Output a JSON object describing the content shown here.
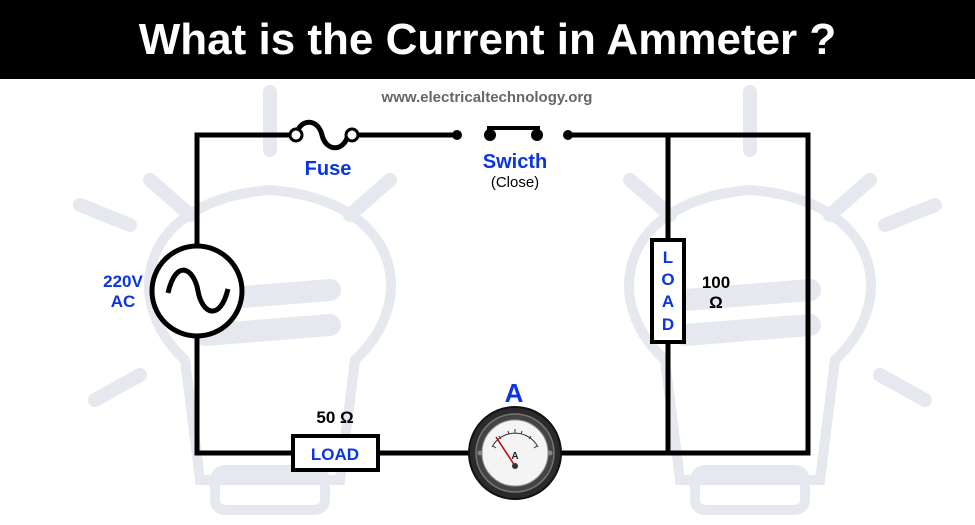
{
  "title": "What is the Current in Ammeter ?",
  "website": "www.electricaltechnology.org",
  "source": {
    "voltage": "220V",
    "type": "AC"
  },
  "fuse": {
    "label": "Fuse"
  },
  "switch": {
    "label": "Swicth",
    "state": "(Close)"
  },
  "load_right": {
    "text": "LOAD",
    "letters": [
      "L",
      "O",
      "A",
      "D"
    ],
    "value": "100",
    "unit": "Ω"
  },
  "load_bottom": {
    "text": "LOAD",
    "value": "50 Ω"
  },
  "ammeter": {
    "label": "A",
    "dial_letter": "A"
  },
  "colors": {
    "label_blue": "#0a35e0",
    "wire": "#000000",
    "watermark": "#e6e8ef"
  }
}
